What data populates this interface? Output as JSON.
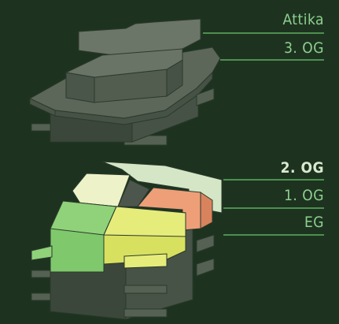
{
  "building_upper": {
    "floors": [
      {
        "id": "attika",
        "label": "Attika",
        "active": false
      },
      {
        "id": "og3",
        "label": "3. OG",
        "active": false
      }
    ]
  },
  "building_lower": {
    "floors": [
      {
        "id": "og2",
        "label": "2. OG",
        "active": true
      },
      {
        "id": "og1",
        "label": "1. OG",
        "active": false
      },
      {
        "id": "eg",
        "label": "EG",
        "active": false
      }
    ]
  },
  "colors": {
    "background": "#1d3320",
    "label": "#8fd08f",
    "label_active": "#dbe9cf",
    "leader_line": "#5fae5f",
    "building_top": "#5f6a5c",
    "building_side": "#3f4a3f",
    "unit_green": "#7fc86b",
    "unit_lime": "#d8e060",
    "unit_cream": "#eef2c8",
    "unit_salmon": "#ee9f78",
    "unit_mint": "#d4e6c6",
    "unit_gray": "#4d564d"
  }
}
